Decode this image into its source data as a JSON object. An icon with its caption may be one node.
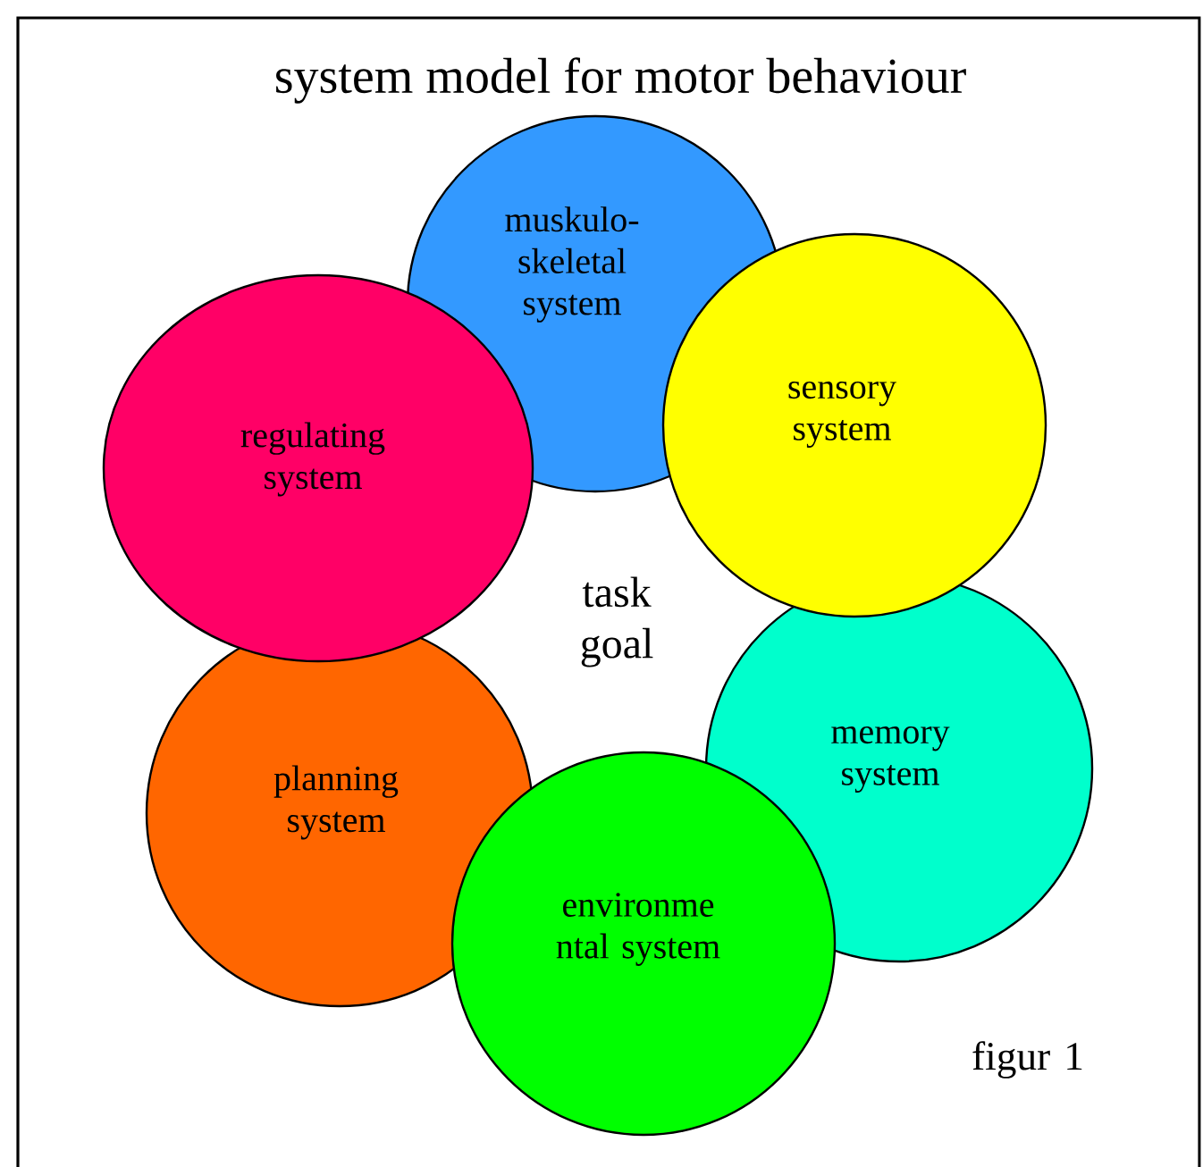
{
  "diagram": {
    "title": "system model for motor behaviour",
    "nodes": [
      {
        "text": [
          "muskulo- skeletal system"
        ]
      },
      {
        "text": [
          "sensory system"
        ]
      },
      {
        "text": [
          "memory system"
        ]
      },
      {
        "text": [
          "environme ntal system"
        ]
      },
      {
        "text": [
          "planning system"
        ]
      },
      {
        "text": [
          "regulating system"
        ]
      }
    ],
    "labels": [
      "task goal",
      "figur 1"
    ]
  }
}
